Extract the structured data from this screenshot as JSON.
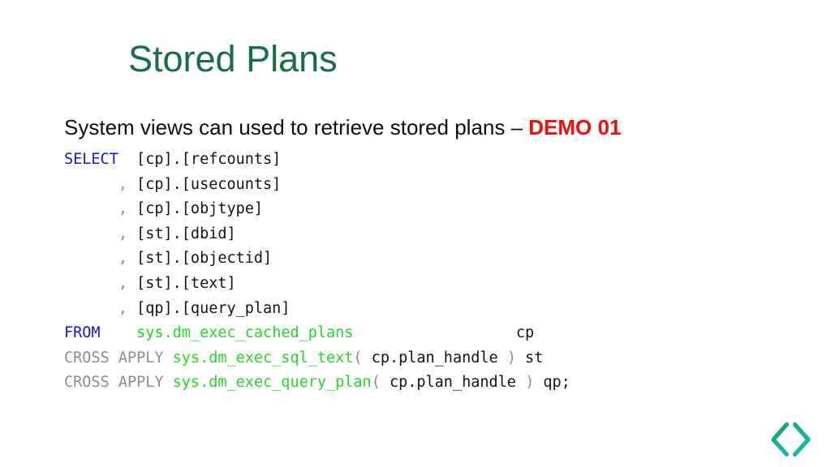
{
  "slide": {
    "title": "Stored Plans",
    "subtitle": {
      "lead": "System views can used to retrieve stored plans – ",
      "demo": "DEMO 01"
    },
    "colors": {
      "title_green": "#127044",
      "demo_red": "#f60b0b",
      "keyword_blue": "#1414e0",
      "function_green": "#24da24",
      "comment_gray": "#8c8c8c",
      "code_black": "#131313",
      "logo_green": "#16a75e",
      "logo_teal": "#16b5ad",
      "background": "#ffffff"
    },
    "logo": {
      "icon": "code-brackets-icon",
      "glyph": "< >"
    }
  },
  "code": {
    "language": "sql",
    "lines": [
      {
        "tokens": [
          {
            "t": "SELECT",
            "c": "kw"
          },
          {
            "t": "  [cp].[refcounts]",
            "c": "plain"
          }
        ]
      },
      {
        "tokens": [
          {
            "t": "      ",
            "c": "plain"
          },
          {
            "t": ",",
            "c": "gray"
          },
          {
            "t": " [cp].[usecounts]",
            "c": "plain"
          }
        ]
      },
      {
        "tokens": [
          {
            "t": "      ",
            "c": "plain"
          },
          {
            "t": ",",
            "c": "gray"
          },
          {
            "t": " [cp].[objtype]",
            "c": "plain"
          }
        ]
      },
      {
        "tokens": [
          {
            "t": "      ",
            "c": "plain"
          },
          {
            "t": ",",
            "c": "gray"
          },
          {
            "t": " [st].[dbid]",
            "c": "plain"
          }
        ]
      },
      {
        "tokens": [
          {
            "t": "      ",
            "c": "plain"
          },
          {
            "t": ",",
            "c": "gray"
          },
          {
            "t": " [st].[objectid]",
            "c": "plain"
          }
        ]
      },
      {
        "tokens": [
          {
            "t": "      ",
            "c": "plain"
          },
          {
            "t": ",",
            "c": "gray"
          },
          {
            "t": " [st].[text]",
            "c": "plain"
          }
        ]
      },
      {
        "tokens": [
          {
            "t": "      ",
            "c": "plain"
          },
          {
            "t": ",",
            "c": "gray"
          },
          {
            "t": " [qp].[query_plan]",
            "c": "plain"
          }
        ]
      },
      {
        "tokens": [
          {
            "t": "FROM",
            "c": "kw"
          },
          {
            "t": "    ",
            "c": "plain"
          },
          {
            "t": "sys.dm_exec_cached_plans",
            "c": "fn"
          },
          {
            "t": "                  cp",
            "c": "plain"
          }
        ]
      },
      {
        "tokens": [
          {
            "t": "CROSS APPLY ",
            "c": "gray"
          },
          {
            "t": "sys.dm_exec_sql_text",
            "c": "fn"
          },
          {
            "t": "(",
            "c": "gray"
          },
          {
            "t": " cp.plan_handle ",
            "c": "plain"
          },
          {
            "t": ")",
            "c": "gray"
          },
          {
            "t": " st",
            "c": "plain"
          }
        ]
      },
      {
        "tokens": [
          {
            "t": "CROSS APPLY ",
            "c": "gray"
          },
          {
            "t": "sys.dm_exec_query_plan",
            "c": "fn"
          },
          {
            "t": "(",
            "c": "gray"
          },
          {
            "t": " cp.plan_handle ",
            "c": "plain"
          },
          {
            "t": ")",
            "c": "gray"
          },
          {
            "t": " qp;",
            "c": "plain"
          }
        ]
      }
    ],
    "plain_text": "SELECT  [cp].[refcounts]\n      , [cp].[usecounts]\n      , [cp].[objtype]\n      , [st].[dbid]\n      , [st].[objectid]\n      , [st].[text]\n      , [qp].[query_plan]\nFROM    sys.dm_exec_cached_plans                  cp\nCROSS APPLY sys.dm_exec_sql_text( cp.plan_handle ) st\nCROSS APPLY sys.dm_exec_query_plan( cp.plan_handle ) qp;"
  }
}
